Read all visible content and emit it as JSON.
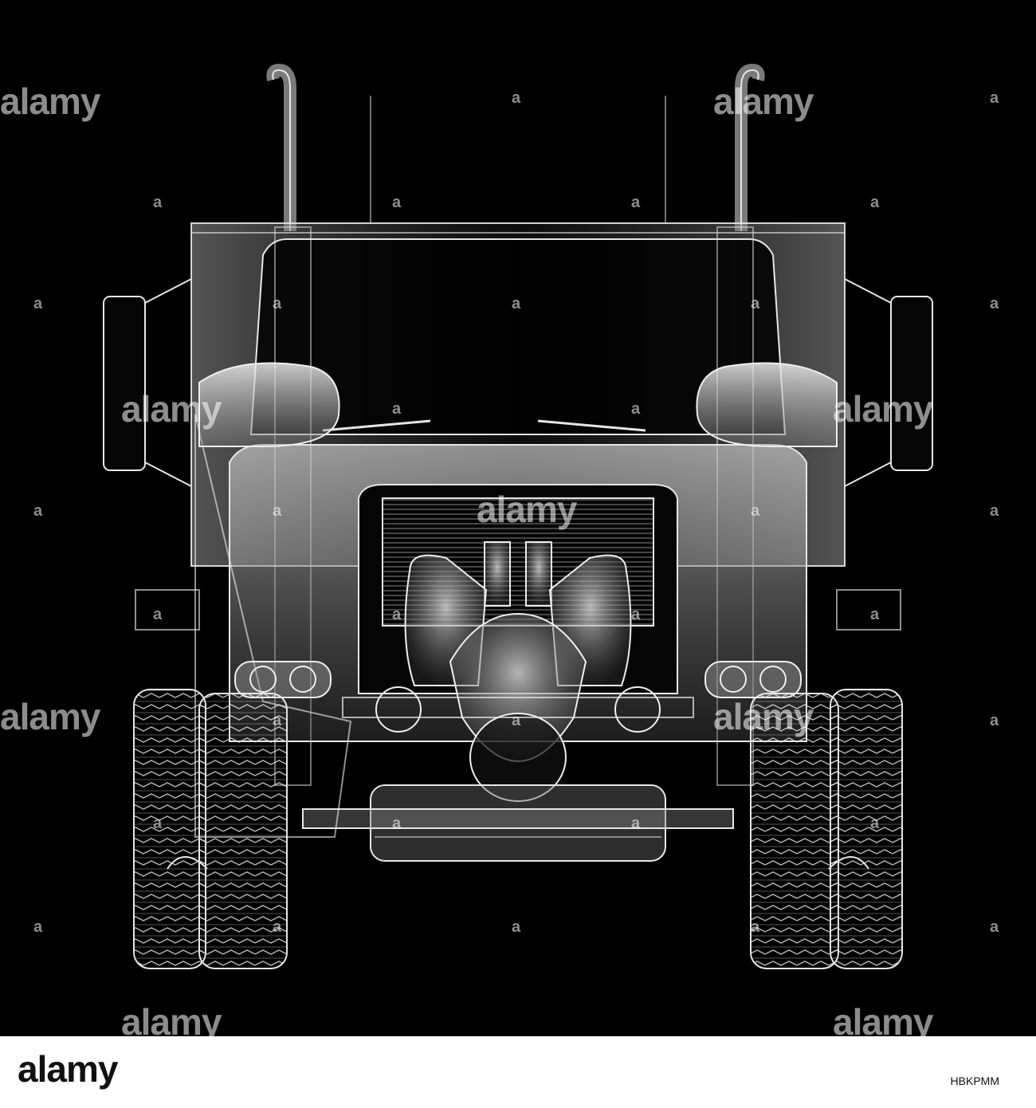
{
  "scene": {
    "subject": "x-ray-truck-front-view",
    "background_color": "#000000",
    "line_color": "#e6e6e6"
  },
  "watermark": {
    "text": "alamy",
    "letter": "a"
  },
  "footer": {
    "brand": "alamy",
    "image_id": "HBKPMM",
    "background_color": "#ffffff"
  }
}
